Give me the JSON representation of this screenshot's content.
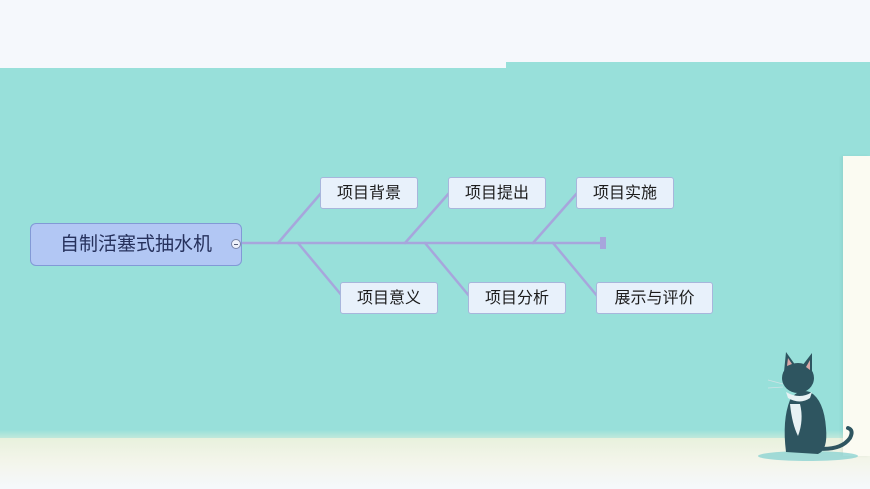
{
  "mindmap": {
    "root": "自制活塞式抽水机",
    "upper_branches": [
      "项目背景",
      "项目提出",
      "项目实施"
    ],
    "lower_branches": [
      "项目意义",
      "项目分析",
      "展示与评价"
    ]
  },
  "colors": {
    "background": "#98e0da",
    "root_fill": "#b2c7f4",
    "node_fill": "#e8f1fb",
    "node_border": "#a8b6dc",
    "spine": "#a7a6dc"
  }
}
